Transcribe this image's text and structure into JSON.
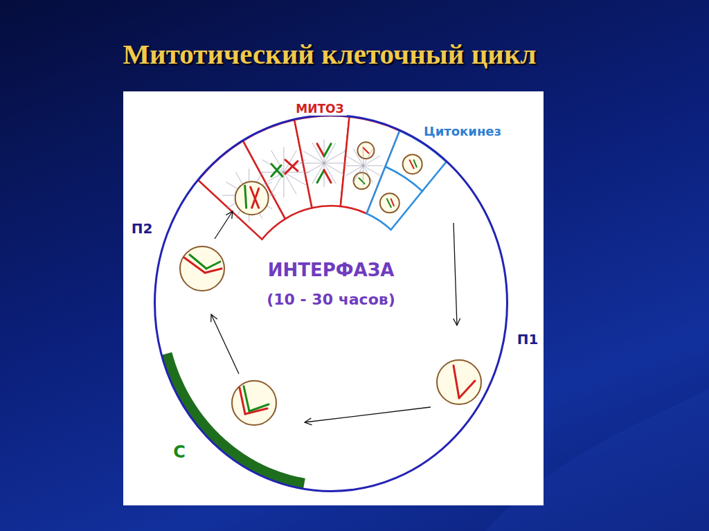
{
  "diagram": {
    "title": "Митотический клеточный цикл",
    "nodes": [
      {
        "text": [
          "ИНТЕРФАЗА",
          "(10 - 30 часов)"
        ]
      },
      {
        "text": [
          "МИТОЗ"
        ],
        "in": 0
      },
      {
        "text": [
          "Цитокинез"
        ],
        "in": 0
      },
      {
        "text": [
          "С"
        ],
        "in": 0
      }
    ],
    "labels": [
      "П2",
      "П1"
    ]
  }
}
